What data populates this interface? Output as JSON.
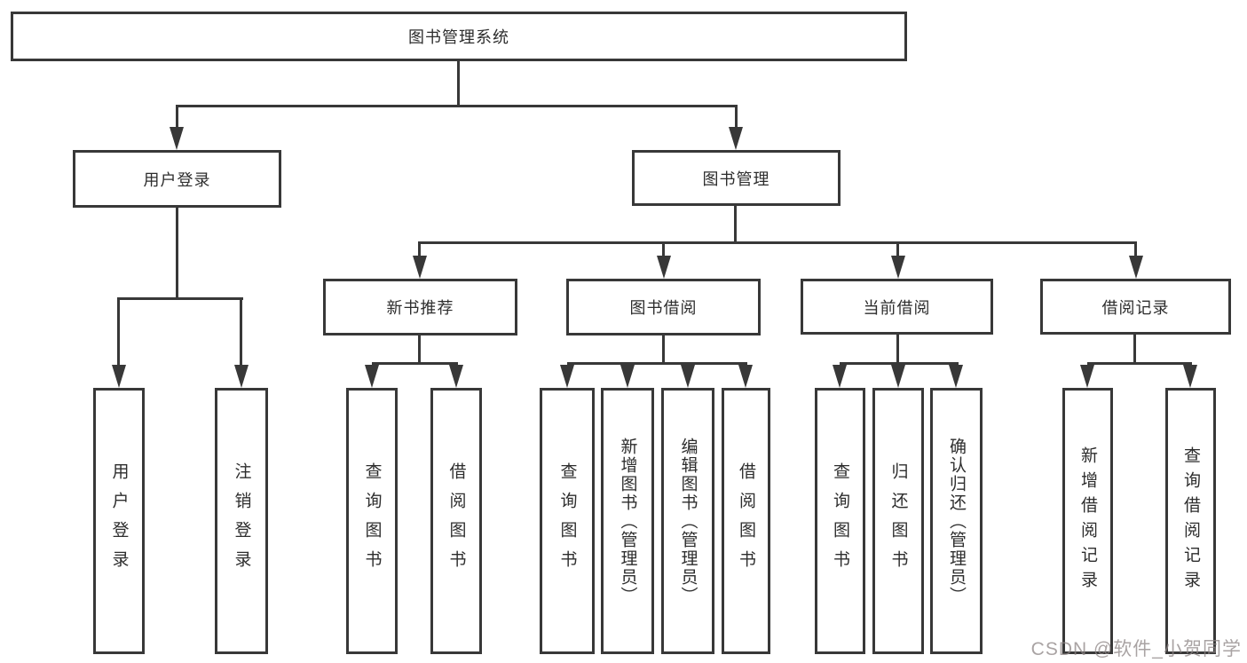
{
  "root": {
    "label": "图书管理系统"
  },
  "level2": [
    {
      "label": "用户登录"
    },
    {
      "label": "图书管理"
    }
  ],
  "level3": [
    {
      "label": "新书推荐",
      "parent": "图书管理"
    },
    {
      "label": "图书借阅",
      "parent": "图书管理"
    },
    {
      "label": "当前借阅",
      "parent": "图书管理"
    },
    {
      "label": "借阅记录",
      "parent": "图书管理"
    }
  ],
  "leaves": [
    {
      "label": "用户登录",
      "parent": "用户登录"
    },
    {
      "label": "注销登录",
      "parent": "用户登录"
    },
    {
      "label": "查询图书",
      "parent": "新书推荐"
    },
    {
      "label": "借阅图书",
      "parent": "新书推荐"
    },
    {
      "label": "查询图书",
      "parent": "图书借阅"
    },
    {
      "label": "新增图书（管理员）",
      "parent": "图书借阅"
    },
    {
      "label": "编辑图书（管理员）",
      "parent": "图书借阅"
    },
    {
      "label": "借阅图书",
      "parent": "图书借阅"
    },
    {
      "label": "查询图书",
      "parent": "当前借阅"
    },
    {
      "label": "归还图书",
      "parent": "当前借阅"
    },
    {
      "label": "确认归还（管理员）",
      "parent": "当前借阅"
    },
    {
      "label": "新增借阅记录",
      "parent": "借阅记录"
    },
    {
      "label": "查询借阅记录",
      "parent": "借阅记录"
    }
  ],
  "watermark": {
    "text": "CSDN @软件_小贺同学"
  },
  "colors": {
    "line": "#383838",
    "text": "#2d2d2d",
    "box_background": "#ffffff",
    "watermark_gray": "#8c8484"
  }
}
